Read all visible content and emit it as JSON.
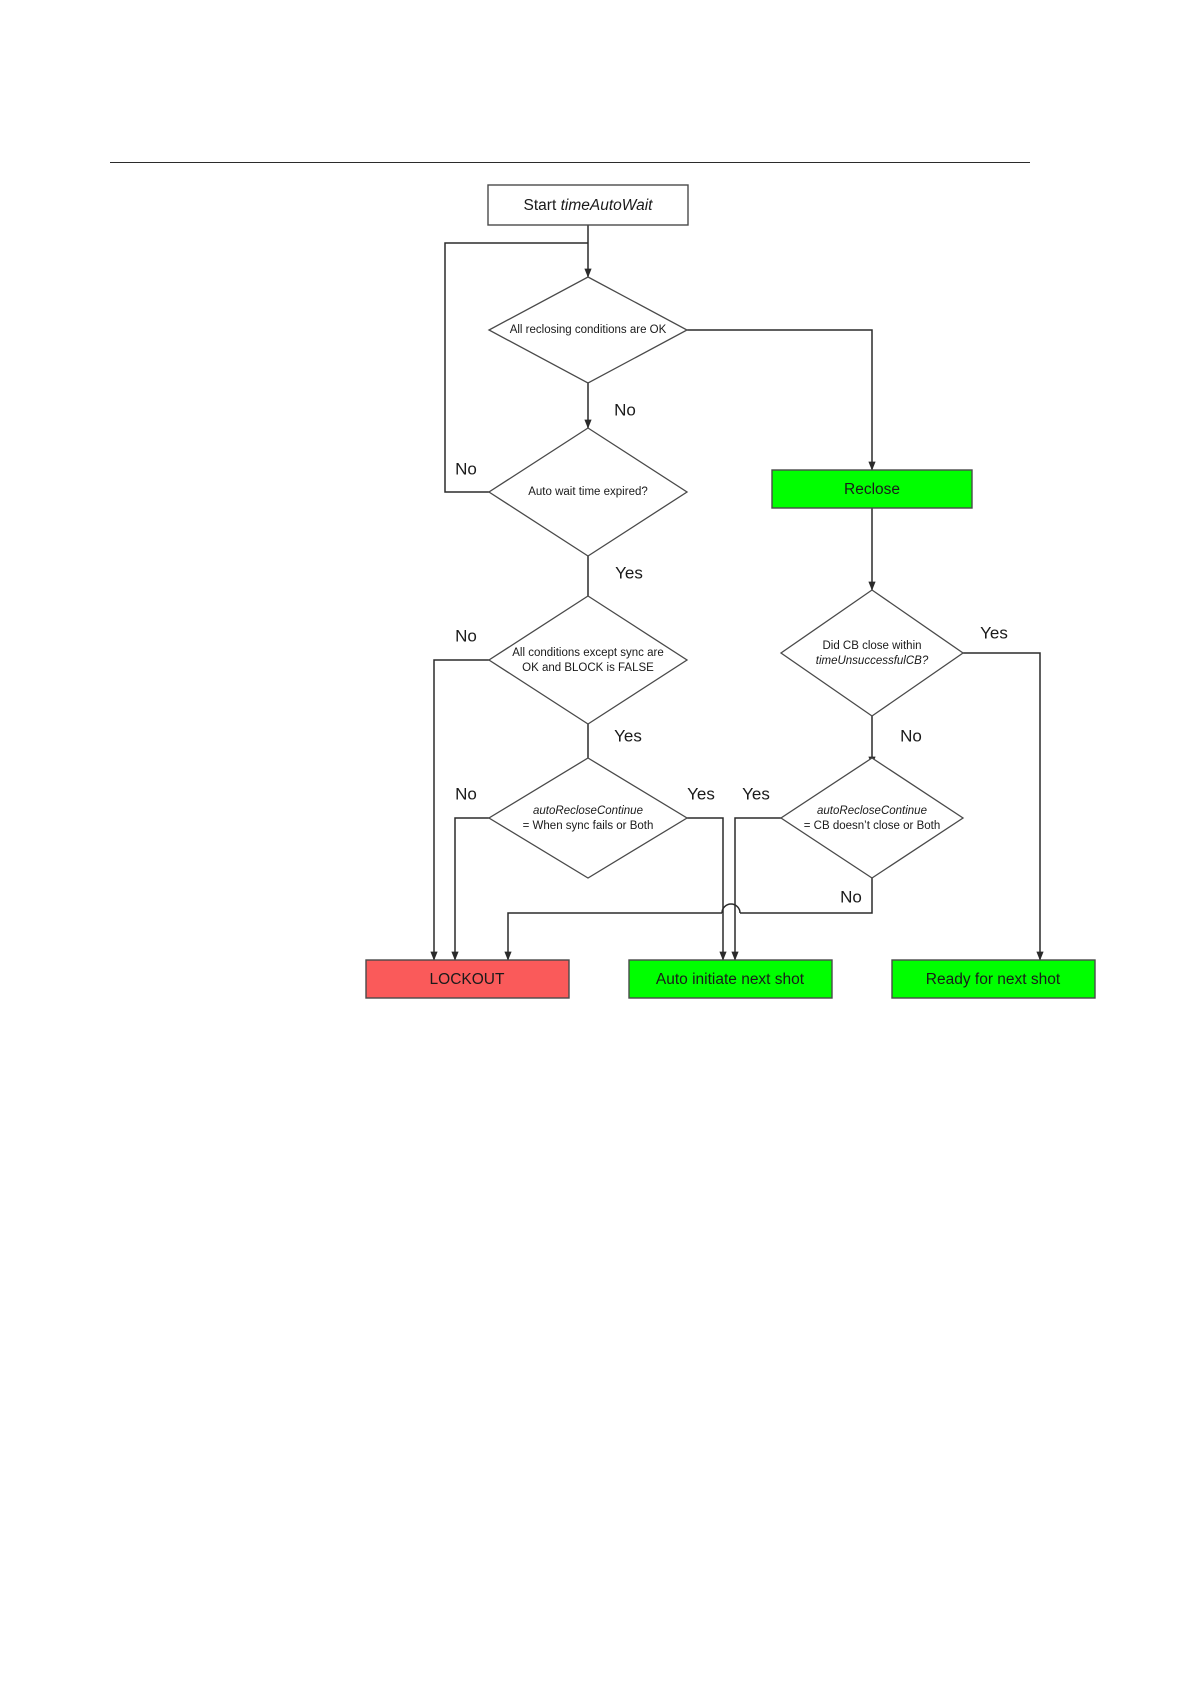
{
  "page": {
    "title": "Auto-reclose sequence flowchart",
    "background": "#ffffff",
    "rule_color": "#2b2b2b"
  },
  "colors": {
    "green_fill": "#00FF00",
    "red_fill": "#FA5A5A",
    "white_fill": "#ffffff",
    "line": "#2b2b2b",
    "shape_stroke": "#4a4a4a",
    "text": "#1a1a1a"
  },
  "nodes": {
    "start": {
      "label_plain": "Start ",
      "label_italic": "timeAutoWait",
      "shape": "rectangle",
      "fill": "#ffffff"
    },
    "reclose": {
      "label": "Reclose",
      "shape": "rectangle",
      "fill": "#00FF00"
    },
    "lockout": {
      "label": "LOCKOUT",
      "shape": "rectangle",
      "fill": "#FA5A5A"
    },
    "auto_initiate": {
      "label": "Auto initiate next shot",
      "shape": "rectangle",
      "fill": "#00FF00"
    },
    "ready_next": {
      "label": "Ready for next shot",
      "shape": "rectangle",
      "fill": "#00FF00"
    }
  },
  "decisions": {
    "d1": {
      "line1": "All reclosing conditions are OK",
      "line2": ""
    },
    "d2": {
      "line1": "Auto wait time expired?",
      "line2": ""
    },
    "d3": {
      "line1": "All conditions except sync are",
      "line2": "OK and BLOCK is FALSE"
    },
    "d4": {
      "line1_italic": "autoRecloseContinue",
      "line2": "= When sync fails or Both"
    },
    "d5": {
      "line1": "Did CB close within",
      "line2_italic": "timeUnsuccessfulCB?"
    },
    "d6": {
      "line1_italic": "autoRecloseContinue",
      "line2": "= CB doesn’t close or Both"
    }
  },
  "branch_labels": {
    "d1_no": "No",
    "d2_no": "No",
    "d2_yes": "Yes",
    "d3_no": "No",
    "d3_yes": "Yes",
    "d4_no": "No",
    "d4_yes": "Yes",
    "d5_yes": "Yes",
    "d5_no": "No",
    "d6_yes": "Yes",
    "d6_no": "No"
  }
}
